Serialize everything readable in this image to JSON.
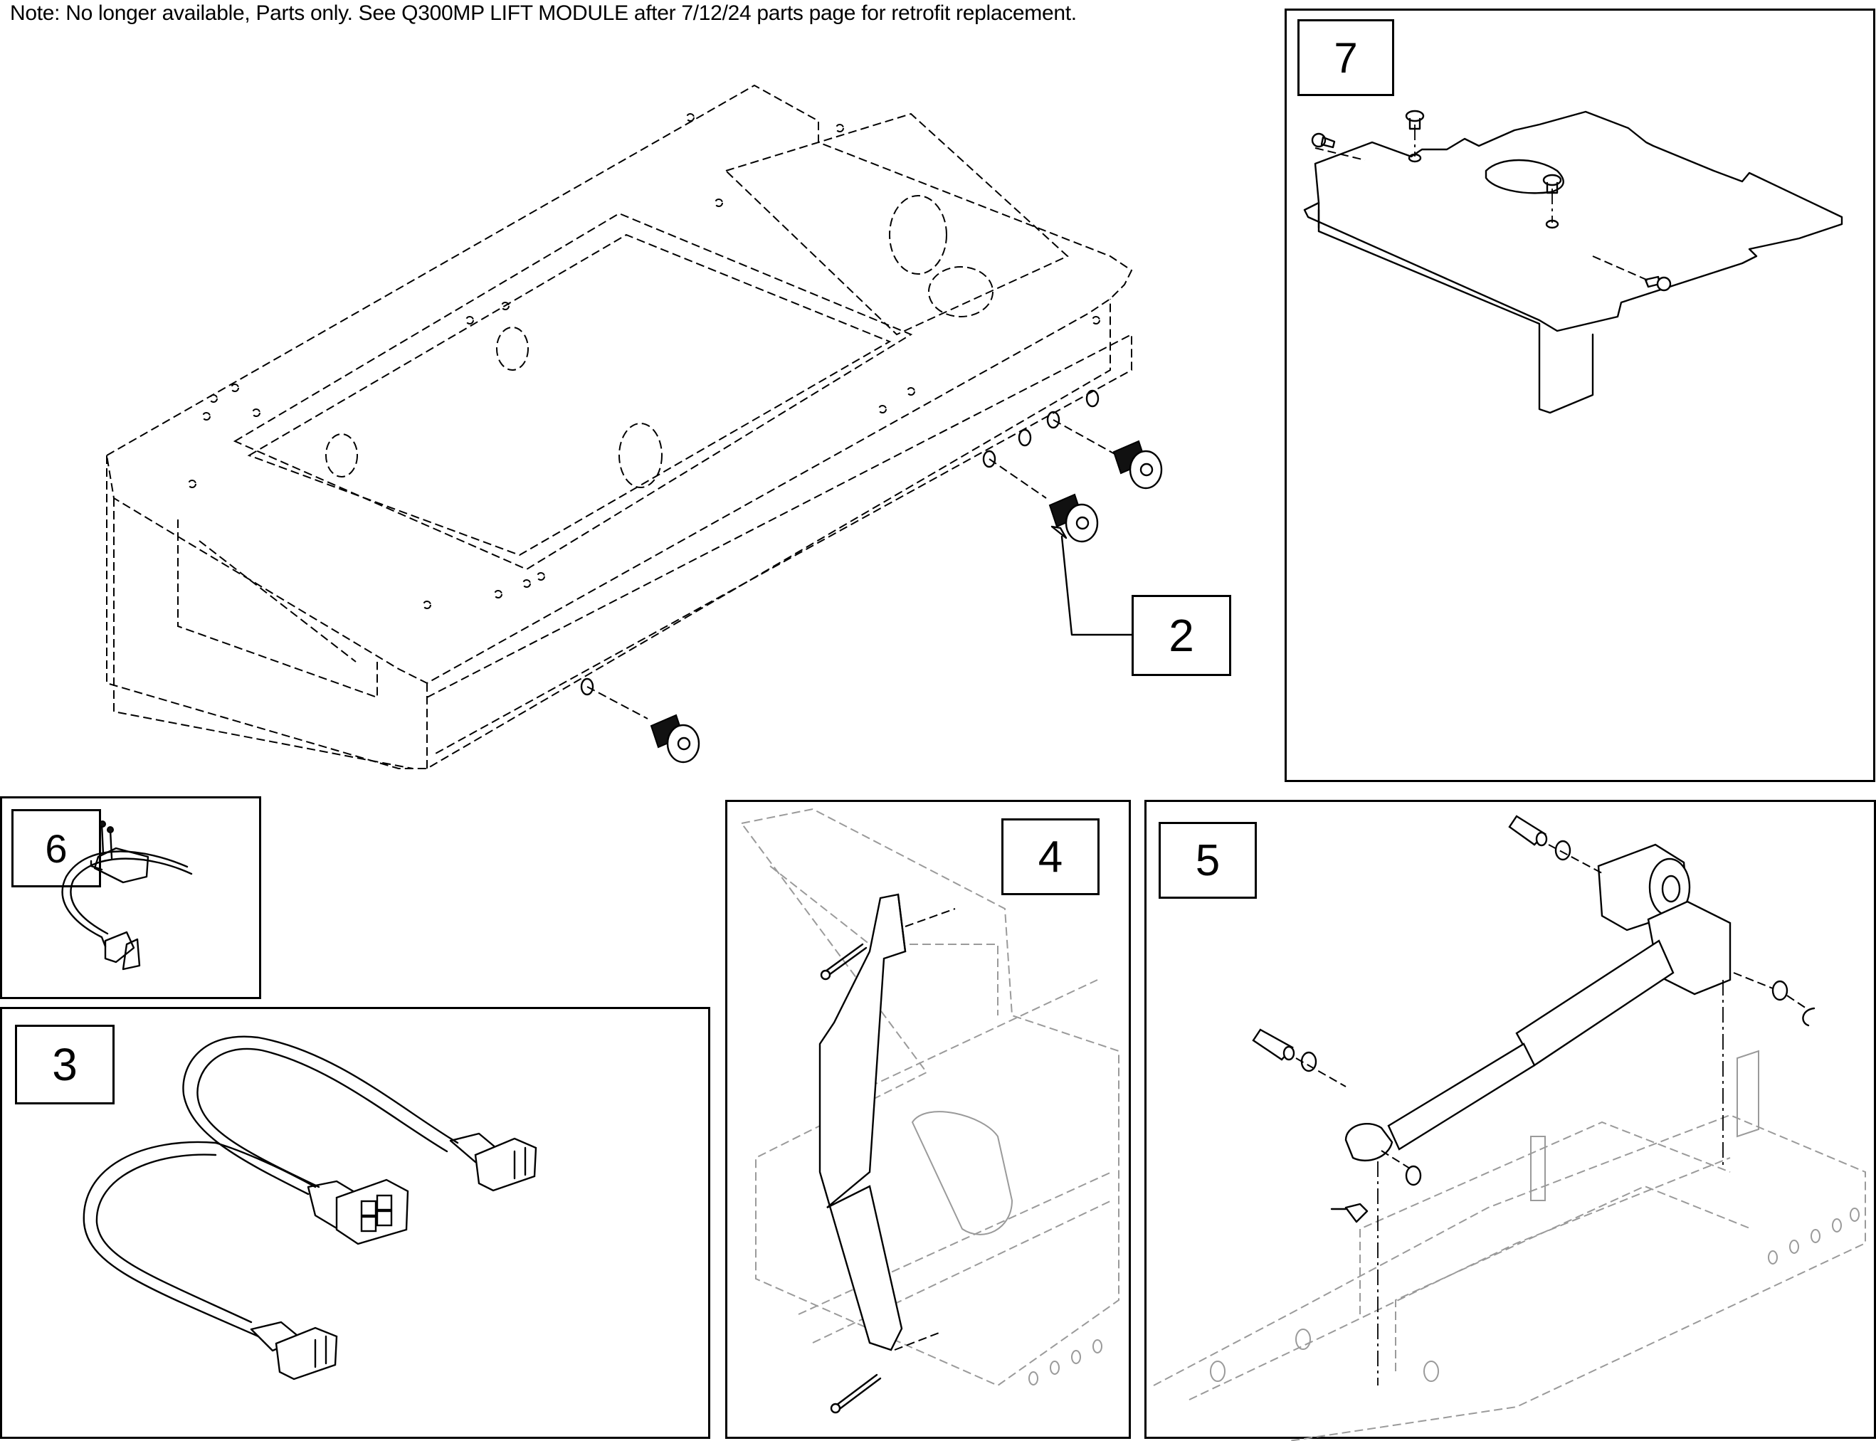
{
  "note": "Note: No longer available, Parts only. See Q300MP LIFT MODULE after 7/12/24 parts page for retrofit replacement.",
  "callouts": {
    "item2": "2",
    "item3": "3",
    "item4": "4",
    "item5": "5",
    "item6": "6",
    "item7": "7"
  },
  "panels": [
    {
      "id": "main-assembly",
      "callout": "2",
      "depicts": "lift module frame with shoulder screws"
    },
    {
      "id": "item-7",
      "callout": "7",
      "depicts": "cover plate with screws"
    },
    {
      "id": "item-6",
      "callout": "6",
      "depicts": "limit switch harness with screws"
    },
    {
      "id": "item-3",
      "callout": "3",
      "depicts": "Y cable harness"
    },
    {
      "id": "item-4",
      "callout": "4",
      "depicts": "lift arm with pins"
    },
    {
      "id": "item-5",
      "callout": "5",
      "depicts": "linear actuator with pins and clips"
    }
  ],
  "colors": {
    "line": "#000000",
    "ghost": "#9a9a9a",
    "background": "#ffffff"
  }
}
